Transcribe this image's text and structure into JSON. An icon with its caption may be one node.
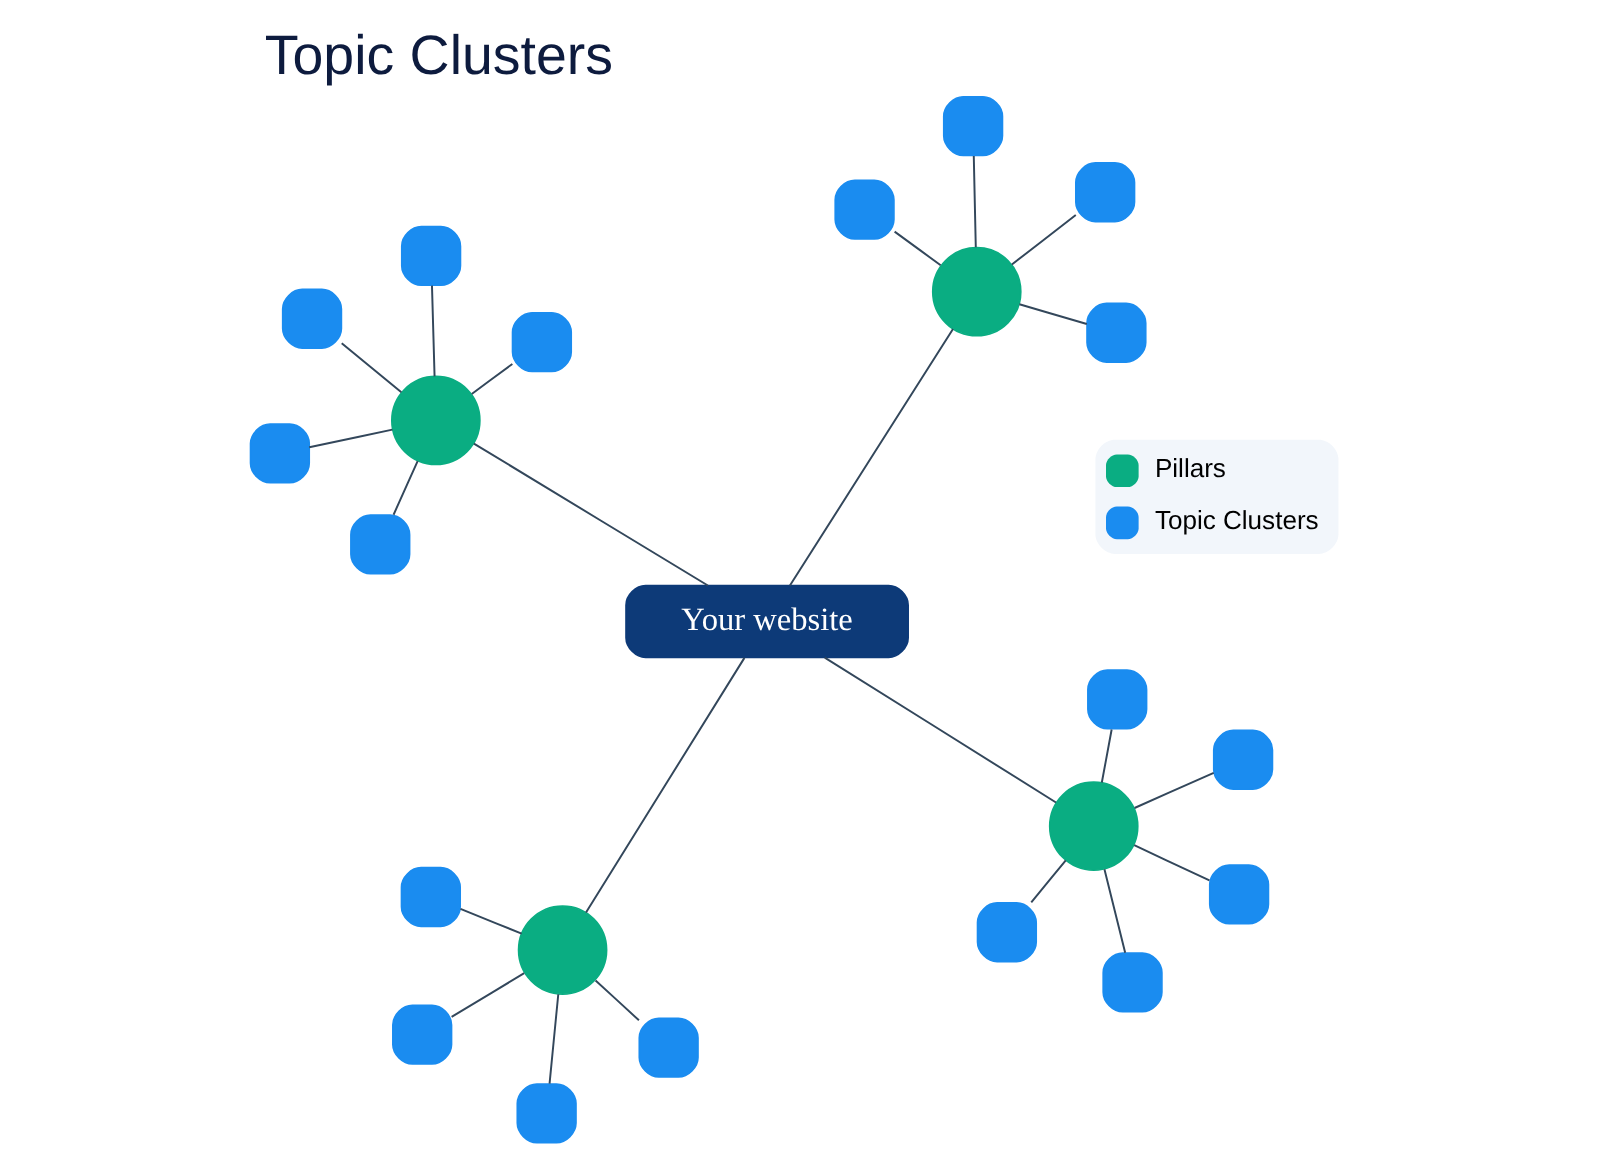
{
  "diagram": {
    "title": "Topic Clusters",
    "nodes": [
      {
        "text": [
          "Your website"
        ]
      },
      {
        "text": [],
        "shape": "circle"
      },
      {
        "text": [],
        "shape": "circle"
      },
      {
        "text": [],
        "shape": "circle"
      },
      {
        "text": [],
        "shape": "circle"
      },
      {
        "text": [],
        "shape": "box"
      },
      {
        "text": [],
        "shape": "box"
      },
      {
        "text": [],
        "shape": "box"
      },
      {
        "text": [],
        "shape": "box"
      },
      {
        "text": [],
        "shape": "box"
      },
      {
        "text": [],
        "shape": "box"
      },
      {
        "text": [],
        "shape": "box"
      },
      {
        "text": [],
        "shape": "box"
      },
      {
        "text": [],
        "shape": "box"
      },
      {
        "text": [],
        "shape": "box"
      },
      {
        "text": [],
        "shape": "box"
      },
      {
        "text": [],
        "shape": "box"
      },
      {
        "text": [],
        "shape": "box"
      },
      {
        "text": [],
        "shape": "box"
      },
      {
        "text": [],
        "shape": "box"
      },
      {
        "text": [],
        "shape": "box"
      },
      {
        "text": [],
        "shape": "box"
      },
      {
        "text": [],
        "shape": "box"
      }
    ],
    "edges": [
      {
        "from": 0,
        "to": 1,
        "arrow": "none"
      },
      {
        "from": 0,
        "to": 2,
        "arrow": "none"
      },
      {
        "from": 0,
        "to": 3,
        "arrow": "none"
      },
      {
        "from": 0,
        "to": 4,
        "arrow": "none"
      },
      {
        "from": 1,
        "to": 5,
        "arrow": "none"
      },
      {
        "from": 1,
        "to": 6,
        "arrow": "none"
      },
      {
        "from": 1,
        "to": 7,
        "arrow": "none"
      },
      {
        "from": 1,
        "to": 8,
        "arrow": "none"
      },
      {
        "from": 2,
        "to": 9,
        "arrow": "none"
      },
      {
        "from": 2,
        "to": 10,
        "arrow": "none"
      },
      {
        "from": 2,
        "to": 11,
        "arrow": "none"
      },
      {
        "from": 2,
        "to": 12,
        "arrow": "none"
      },
      {
        "from": 2,
        "to": 13,
        "arrow": "none"
      },
      {
        "from": 3,
        "to": 14,
        "arrow": "none"
      },
      {
        "from": 3,
        "to": 15,
        "arrow": "none"
      },
      {
        "from": 3,
        "to": 16,
        "arrow": "none"
      },
      {
        "from": 3,
        "to": 17,
        "arrow": "none"
      },
      {
        "from": 3,
        "to": 18,
        "arrow": "none"
      },
      {
        "from": 4,
        "to": 19,
        "arrow": "none"
      },
      {
        "from": 4,
        "to": 20,
        "arrow": "none"
      },
      {
        "from": 4,
        "to": 21,
        "arrow": "none"
      },
      {
        "from": 4,
        "to": 22,
        "arrow": "none"
      }
    ],
    "legend": [
      {
        "text": "Pillars",
        "color": "#0aad82"
      },
      {
        "text": "Topic Clusters",
        "color": "#1a8cf0"
      }
    ]
  }
}
